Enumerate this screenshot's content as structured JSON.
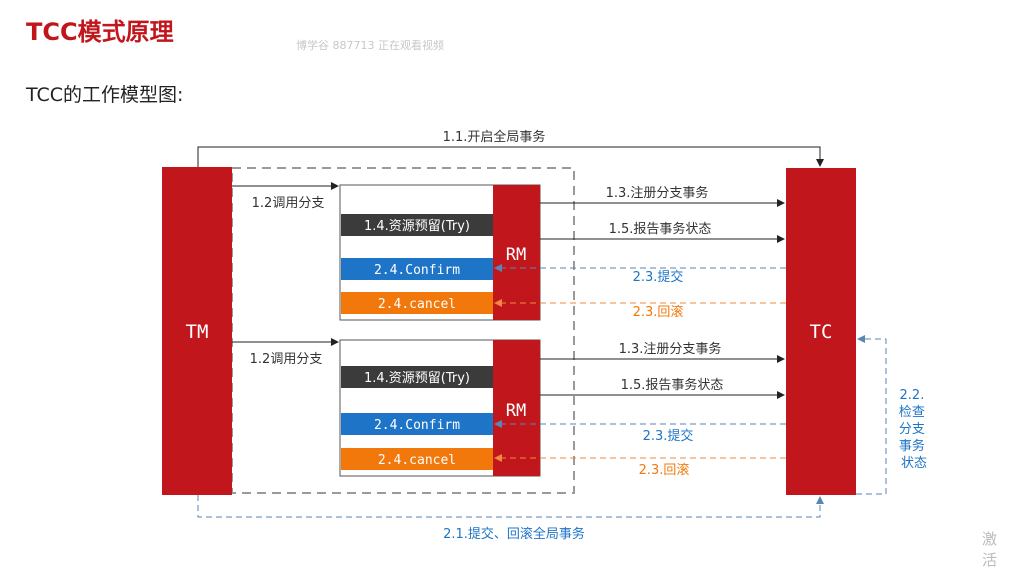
{
  "title": "TCC模式原理",
  "watermark": "博学谷 887713 正在观看视频",
  "subtitle": "TCC的工作模型图:",
  "corner_text": "激活",
  "diagram": {
    "tm": "TM",
    "tc": "TC",
    "rm_top": "RM",
    "rm_bottom": "RM",
    "arrow_start_global": "1.1.开启全局事务",
    "call_branch_top": "1.2调用分支",
    "call_branch_bottom": "1.2调用分支",
    "try_top": "1.4.资源预留(Try)",
    "try_bottom": "1.4.资源预留(Try)",
    "confirm_top": "2.4.Confirm",
    "confirm_bottom": "2.4.Confirm",
    "cancel_top": "2.4.cancel",
    "cancel_bottom": "2.4.cancel",
    "register_top": "1.3.注册分支事务",
    "register_bottom": "1.3.注册分支事务",
    "report_top": "1.5.报告事务状态",
    "report_bottom": "1.5.报告事务状态",
    "commit_top": "2.3.提交",
    "commit_bottom": "2.3.提交",
    "rollback_top": "2.3.回滚",
    "rollback_bottom": "2.3.回滚",
    "check_lines": [
      "2.2.",
      "检查",
      "分支",
      "事务",
      "状态"
    ],
    "final_commit": "2.1.提交、回滚全局事务",
    "colors": {
      "red": "#c0161c",
      "dark": "#3b3b3b",
      "blue": "#1e74c7",
      "orange": "#f2780c",
      "dash_blue": "#5b86b4",
      "dash_orange": "#f08a3c",
      "gray_dash": "#9a9a9a"
    }
  }
}
